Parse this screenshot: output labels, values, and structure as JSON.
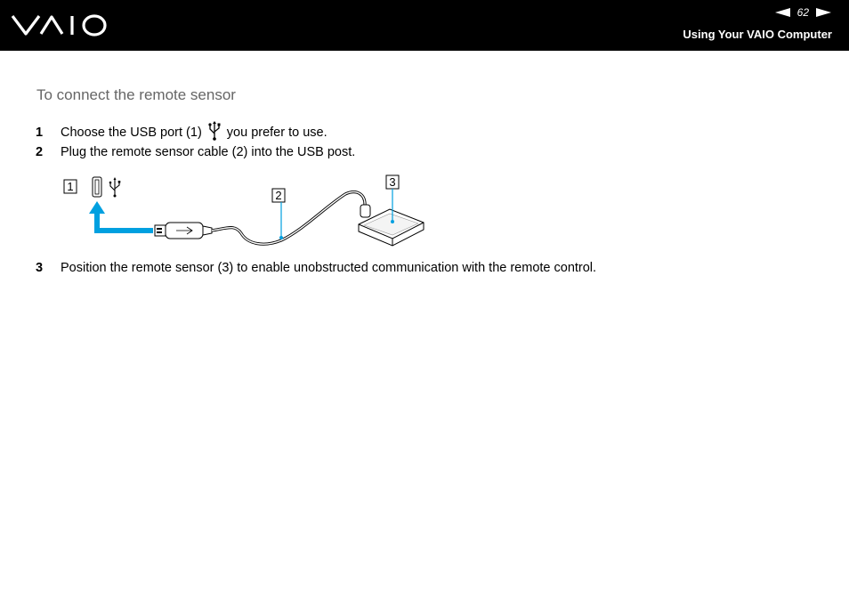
{
  "header": {
    "logo": "VAIO",
    "page_number": "62",
    "section_title": "Using Your VAIO Computer"
  },
  "content": {
    "heading": "To connect the remote sensor",
    "steps": [
      {
        "num": "1",
        "before": "Choose the USB port (1)",
        "after": "you prefer to use."
      },
      {
        "num": "2",
        "text": "Plug the remote sensor cable (2) into the USB post."
      },
      {
        "num": "3",
        "text": "Position the remote sensor (3) to enable unobstructed communication with the remote control."
      }
    ]
  },
  "figure": {
    "callouts": [
      "1",
      "2",
      "3"
    ],
    "accent_color": "#00a0e0"
  }
}
